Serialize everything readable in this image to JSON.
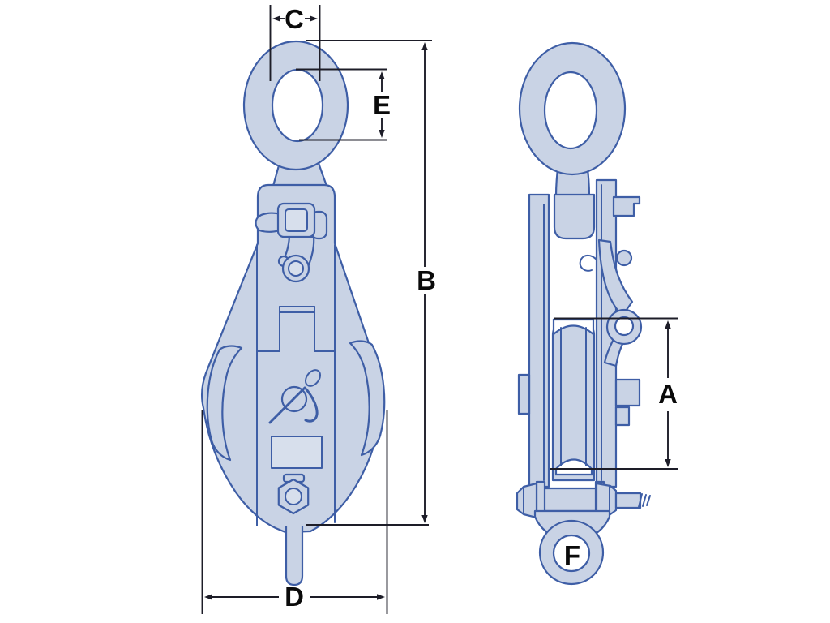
{
  "diagram": {
    "labels": {
      "A": "A",
      "B": "B",
      "C": "C",
      "D": "D",
      "E": "E",
      "F": "F"
    },
    "views": {
      "front": {
        "dimension_labels": [
          "C",
          "E",
          "B",
          "D"
        ]
      },
      "side": {
        "dimension_labels": [
          "A",
          "F"
        ]
      }
    },
    "colors": {
      "background": "#ffffff",
      "body_fill": "#c9d3e5",
      "body_fill_light": "#d7dfec",
      "outline": "#3e5ea6",
      "dim_color": "#1d1d28",
      "label_color": "#0a0a0a"
    }
  }
}
